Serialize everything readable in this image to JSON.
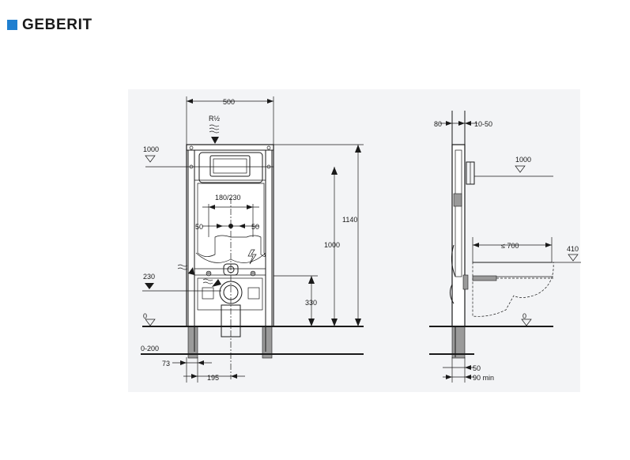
{
  "brand": {
    "name": "GEBERIT",
    "color": "#1f7fd0"
  },
  "front_view": {
    "width_dim": "500",
    "connection_label": "R½",
    "top_level": "1000",
    "flush_spacing": "180/230",
    "offset_left": "50",
    "offset_right": "50",
    "height_1140": "1140",
    "height_1000": "1000",
    "drain_height": "330",
    "level_230": "230",
    "level_0": "0",
    "floor_range": "0-200",
    "foot_offset": "73",
    "drain_offset": "195"
  },
  "side_view": {
    "depth_80": "80",
    "depth_10_50": "10-50",
    "level_1000": "1000",
    "bowl_projection": "≤ 700",
    "bowl_height": "410",
    "level_0": "0",
    "foot_50": "50",
    "min_90": "90 min"
  },
  "icons": [
    "water-supply-icon",
    "electric-icon",
    "level-marker-icon"
  ]
}
